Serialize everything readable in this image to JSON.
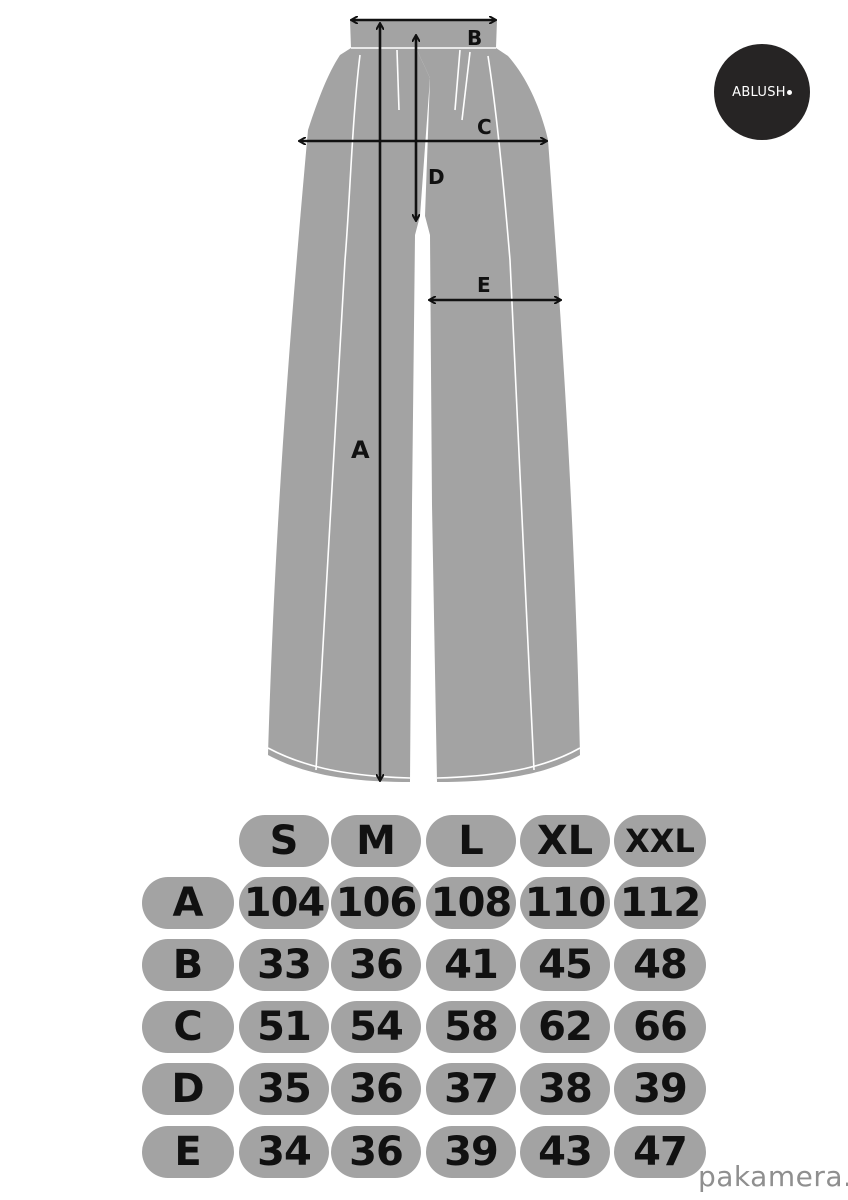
{
  "brand": {
    "logo_text": "ABLUSH"
  },
  "watermark": "pakamera.pl",
  "diagram": {
    "labels": {
      "A": "A",
      "B": "B",
      "C": "C",
      "D": "D",
      "E": "E"
    }
  },
  "table": {
    "sizes": [
      "S",
      "M",
      "L",
      "XL",
      "XXL"
    ],
    "rows": [
      {
        "label": "A",
        "values": [
          "104",
          "106",
          "108",
          "110",
          "112"
        ]
      },
      {
        "label": "B",
        "values": [
          "33",
          "36",
          "41",
          "45",
          "48"
        ]
      },
      {
        "label": "C",
        "values": [
          "51",
          "54",
          "58",
          "62",
          "66"
        ]
      },
      {
        "label": "D",
        "values": [
          "35",
          "36",
          "37",
          "38",
          "39"
        ]
      },
      {
        "label": "E",
        "values": [
          "34",
          "36",
          "39",
          "43",
          "47"
        ]
      }
    ]
  }
}
